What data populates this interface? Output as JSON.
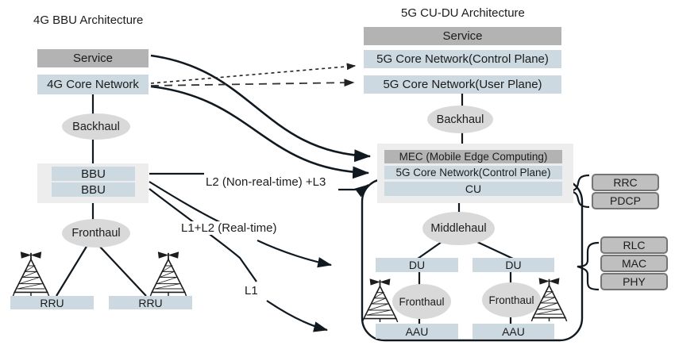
{
  "left": {
    "title": "4G BBU Architecture",
    "service": "Service",
    "core": "4G Core Network",
    "backhaul": "Backhaul",
    "bbu1": "BBU",
    "bbu2": "BBU",
    "fronthaul": "Fronthaul",
    "rru1": "RRU",
    "rru2": "RRU"
  },
  "right": {
    "title": "5G CU-DU Architecture",
    "service": "Service",
    "core_control_plane": "5G Core Network(Control Plane)",
    "core_user_plane": "5G Core Network(User Plane)",
    "backhaul": "Backhaul",
    "mec": "MEC (Mobile Edge Computing)",
    "mec_core_control_plane": "5G Core Network(Control Plane)",
    "cu": "CU",
    "middlehaul": "Middlehaul",
    "du1": "DU",
    "du2": "DU",
    "fronthaul1": "Fronthaul",
    "fronthaul2": "Fronthaul",
    "aau1": "AAU",
    "aau2": "AAU"
  },
  "protocol_stack": {
    "rrc": "RRC",
    "pdcp": "PDCP",
    "rlc": "RLC",
    "mac": "MAC",
    "phy": "PHY"
  },
  "split_labels": {
    "l2_l3": "L2 (Non-real-time) +L3",
    "l1_l2": "L1+L2 (Real-time)",
    "l1": "L1"
  },
  "icons": {
    "tower": "cell-tower-icon"
  },
  "colors": {
    "box_gray": "#b3b3b3",
    "box_blue": "#ccd9e0",
    "group_container": "#ededed",
    "ellipse_gray": "#d9d9d9",
    "protocol_fill": "#bfbfbf",
    "protocol_border": "#757575",
    "line_dark": "#101820"
  }
}
